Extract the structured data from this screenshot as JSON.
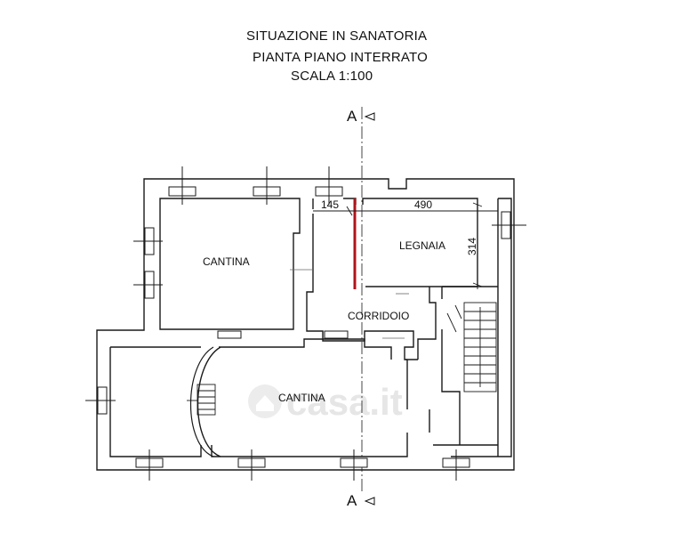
{
  "header": {
    "line1": "SITUAZIONE IN SANATORIA",
    "line2": "PIANTA PIANO INTERRATO",
    "line3": "SCALA 1:100"
  },
  "section_marks": {
    "top": "A",
    "bottom": "A"
  },
  "rooms": {
    "cantina_top": "CANTINA",
    "legnaia": "LEGNAIA",
    "corridoio": "CORRIDOIO",
    "cantina_bottom": "CANTINA"
  },
  "dimensions": {
    "d1": "145",
    "d2": "490",
    "d3": "314"
  },
  "watermark": "casa.it",
  "colors": {
    "wall": "#1a1a1a",
    "highlight": "#b0141a"
  }
}
